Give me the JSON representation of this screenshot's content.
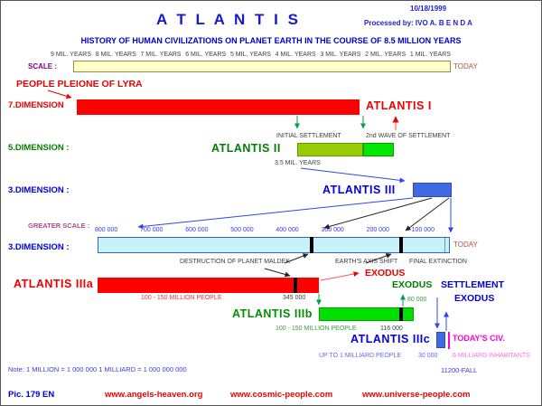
{
  "header": {
    "date": "10/18/1999",
    "title": "A T L A N T I S",
    "processed_by": "Processed by:  IVO A. B E N D A",
    "subtitle": "HISTORY OF HUMAN CIVILIZATIONS ON PLANET EARTH IN THE COURSE OF 8.5 MILLION YEARS"
  },
  "scale": {
    "label": "SCALE :",
    "ticks": [
      "9 MIL. YEARS",
      "8 MIL. YEARS",
      "7 MIL. YEARS",
      "6 MIL. YEARS",
      "5 MIL. YEARS",
      "4 MIL. YEARS",
      "3 MIL. YEARS",
      "2 MIL. YEARS",
      "1 MIL. YEARS"
    ],
    "today": "TODAY"
  },
  "pleione_label": "PEOPLE PLEIONE OF LYRA",
  "dim7": {
    "label": "7.DIMENSION",
    "atlantis1": "ATLANTIS I",
    "initial_settlement": "INITIAL SETTLEMENT",
    "second_wave": "2nd WAVE OF SETTLEMENT"
  },
  "dim5": {
    "label": "5.DIMENSION :",
    "atlantis2": "ATLANTIS II",
    "duration": "3.5 MIL. YEARS"
  },
  "dim3": {
    "label": "3.DIMENSION :",
    "atlantis3": "ATLANTIS III"
  },
  "greater": {
    "label": "GREATER SCALE :",
    "dim_label": "3.DIMENSION :",
    "ticks": [
      "800 000",
      "700 000",
      "600 000",
      "500 000",
      "400 000",
      "300 000",
      "200 000",
      "100 000"
    ],
    "today": "TODAY",
    "maldek": "DESTRUCTION OF PLANET MALDEK",
    "axis_shift": "EARTH'S AXIS SHIFT",
    "extinction": "FINAL EXTINCTION"
  },
  "iiia": {
    "label": "ATLANTIS IIIa",
    "exodus_red": "EXODUS",
    "people": "100 - 150 MILLION PEOPLE",
    "mark_value": "345 000",
    "exodus_green": "EXODUS",
    "settlement": "SETTLEMENT",
    "value_80": "80 000",
    "exodus_blue": "EXODUS"
  },
  "iiib": {
    "label": "ATLANTIS IIIb",
    "people": "100 - 150 MILLION PEOPLE",
    "mark_value": "116 000"
  },
  "iiic": {
    "label": "ATLANTIS IIIc",
    "todays_civ": "TODAY'S CIV.",
    "people": "UP TO 1 MILLIARD PEOPLE",
    "value_30": "30 000",
    "inhabitants": "6 MILLIARD INHABITANTS"
  },
  "note": {
    "text": "Note:  1 MILLION = 1 000 000   1 MILLIARD = 1 000 000 000",
    "fall": "11200-FALL"
  },
  "footer": {
    "pic": "Pic. 179 EN",
    "links": [
      "www.angels-heaven.org",
      "www.cosmic-people.com",
      "www.universe-people.com"
    ]
  },
  "colors": {
    "red": "#ee0000",
    "green": "#008000",
    "blue": "#0000e0",
    "bar_red": "#ff0000",
    "bar_olive": "#99cc00",
    "bar_green": "#00e000",
    "bar_royal": "#4169e1",
    "bar_cyan": "#c9f1f9",
    "bar_yellow": "#ffffc8",
    "magenta": "#ff00d0",
    "pink": "#ff70e0",
    "brown_today": "#a85648",
    "purple_scale": "#800080",
    "purple_greater": "#b04888"
  }
}
